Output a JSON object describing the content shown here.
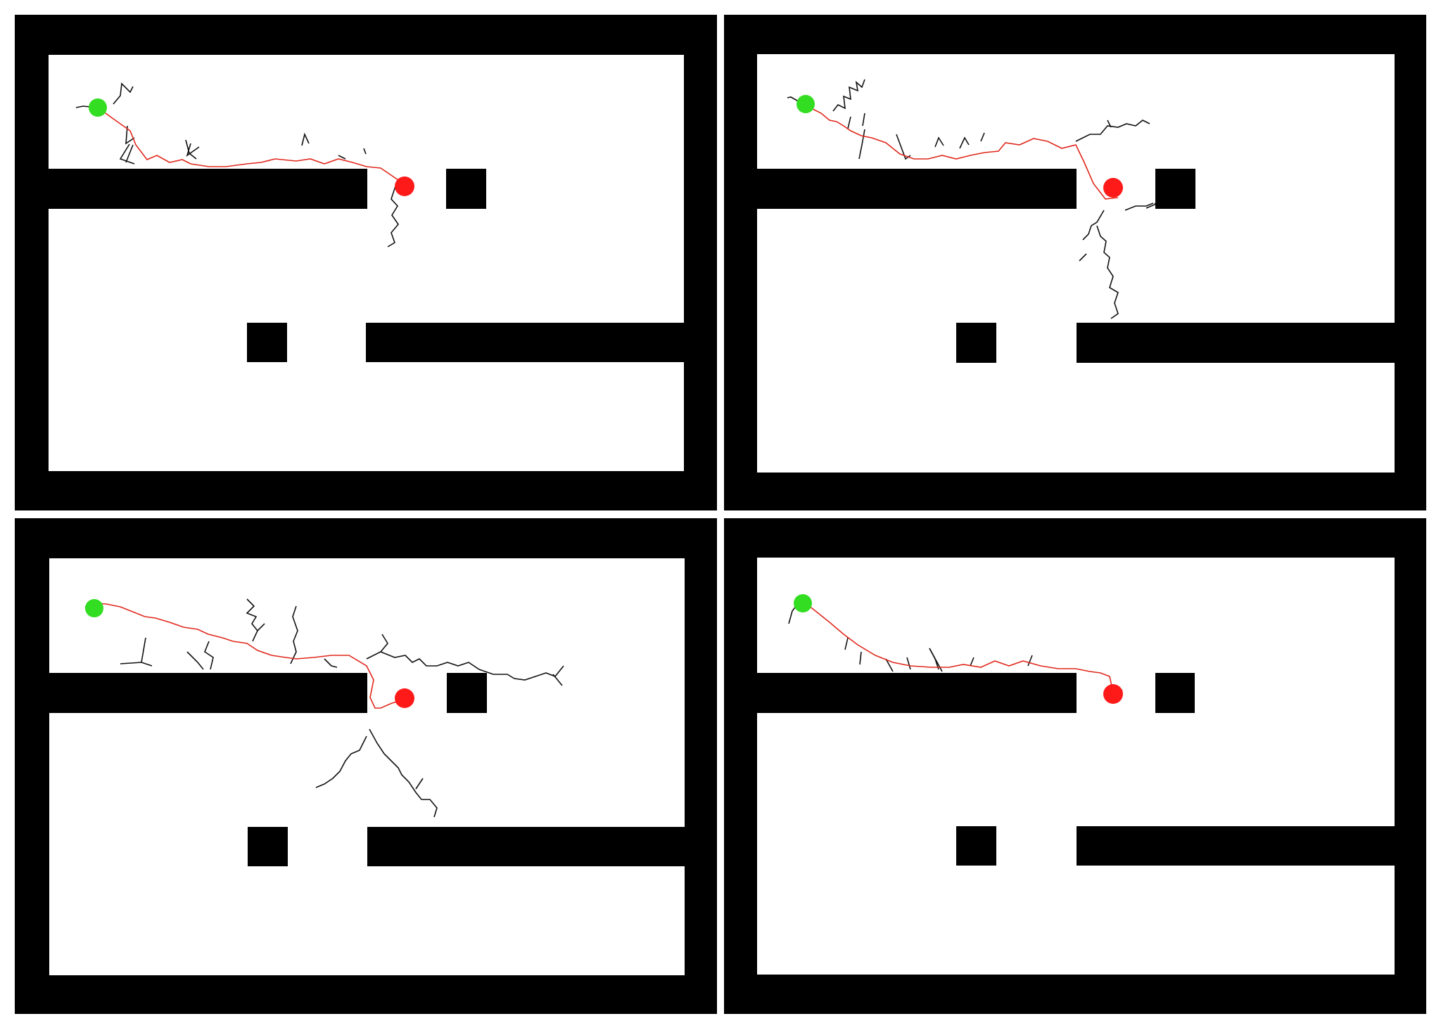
{
  "colors": {
    "background": "#ffffff",
    "wall": "#000000",
    "start_marker": "#33dd22",
    "goal_marker": "#ff1a1a",
    "tree_edge": "#111111",
    "solution_path": "#e0281c"
  },
  "panels": [
    {
      "id": "top-left",
      "markers": [
        {
          "name": "start",
          "shape": "start-circle-icon"
        },
        {
          "name": "goal",
          "shape": "goal-circle-icon"
        }
      ]
    },
    {
      "id": "top-right",
      "markers": [
        {
          "name": "start",
          "shape": "start-circle-icon"
        },
        {
          "name": "goal",
          "shape": "goal-circle-icon"
        }
      ]
    },
    {
      "id": "bottom-left",
      "markers": [
        {
          "name": "start",
          "shape": "start-circle-icon"
        },
        {
          "name": "goal",
          "shape": "goal-circle-icon"
        }
      ]
    },
    {
      "id": "bottom-right",
      "markers": [
        {
          "name": "start",
          "shape": "start-circle-icon"
        },
        {
          "name": "goal",
          "shape": "goal-circle-icon"
        }
      ]
    }
  ]
}
